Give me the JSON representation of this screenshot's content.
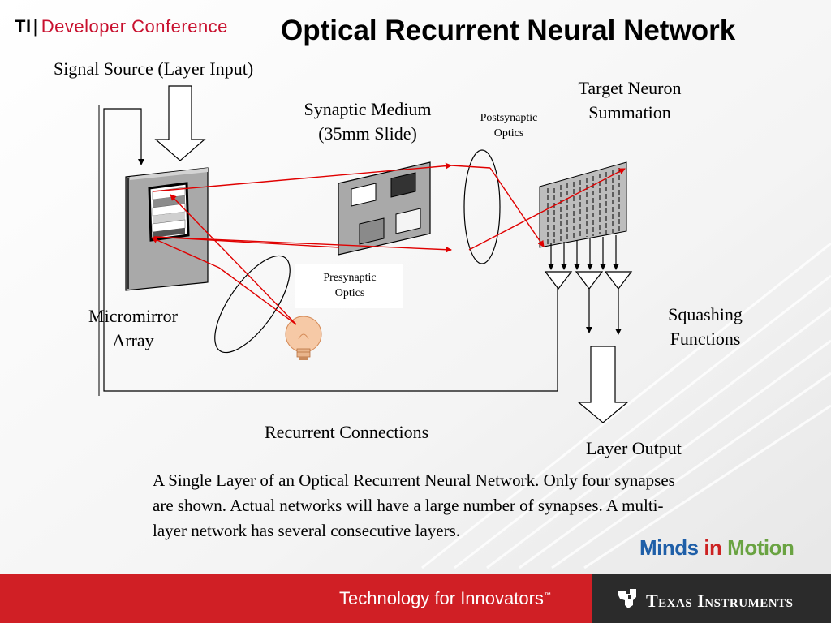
{
  "header": {
    "brand_ti": "TI",
    "brand_text": "Developer Conference",
    "title": "Optical Recurrent Neural Network"
  },
  "labels": {
    "signal_source": "Signal Source (Layer Input)",
    "target_neuron_line1": "Target Neuron",
    "target_neuron_line2": "Summation",
    "synaptic_medium_line1": "Synaptic Medium",
    "synaptic_medium_line2": "(35mm Slide)",
    "postsynaptic_line1": "Postsynaptic",
    "postsynaptic_line2": "Optics",
    "presynaptic_line1": "Presynaptic",
    "presynaptic_line2": "Optics",
    "micromirror_line1": "Micromirror",
    "micromirror_line2": "Array",
    "squashing_line1": "Squashing",
    "squashing_line2": "Functions",
    "recurrent": "Recurrent Connections",
    "layer_output": "Layer Output"
  },
  "caption": "A Single Layer of an Optical Recurrent Neural Network. Only four synapses are shown. Actual networks will have a large number of synapses. A multi-layer network has several consecutive layers.",
  "logo": {
    "minds": "Minds",
    "in": " in ",
    "motion": "Motion"
  },
  "footer": {
    "tagline": "Technology for Innovators",
    "tm": "™",
    "company": "Texas Instruments"
  },
  "colors": {
    "red_accent": "#c8102e",
    "footer_red": "#d01f25",
    "footer_dark": "#2b2b2b",
    "beam": "#e00000",
    "panel_gray": "#a9a9a9"
  }
}
